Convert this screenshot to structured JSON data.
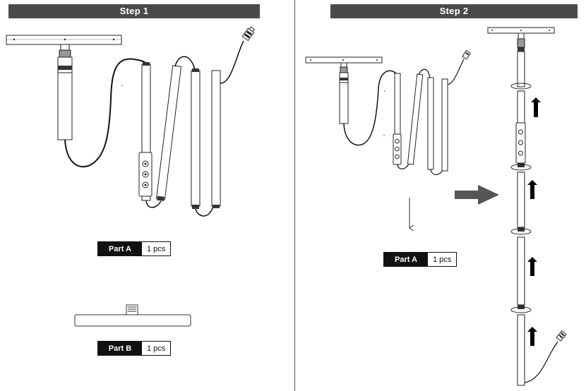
{
  "step1": {
    "title": "Step 1",
    "part_a": {
      "name": "Part A",
      "qty": "1 pcs"
    },
    "part_b": {
      "name": "Part B",
      "qty": "1 pcs"
    }
  },
  "step2": {
    "title": "Step 2",
    "part_a": {
      "name": "Part A",
      "qty": "1 pcs"
    }
  }
}
